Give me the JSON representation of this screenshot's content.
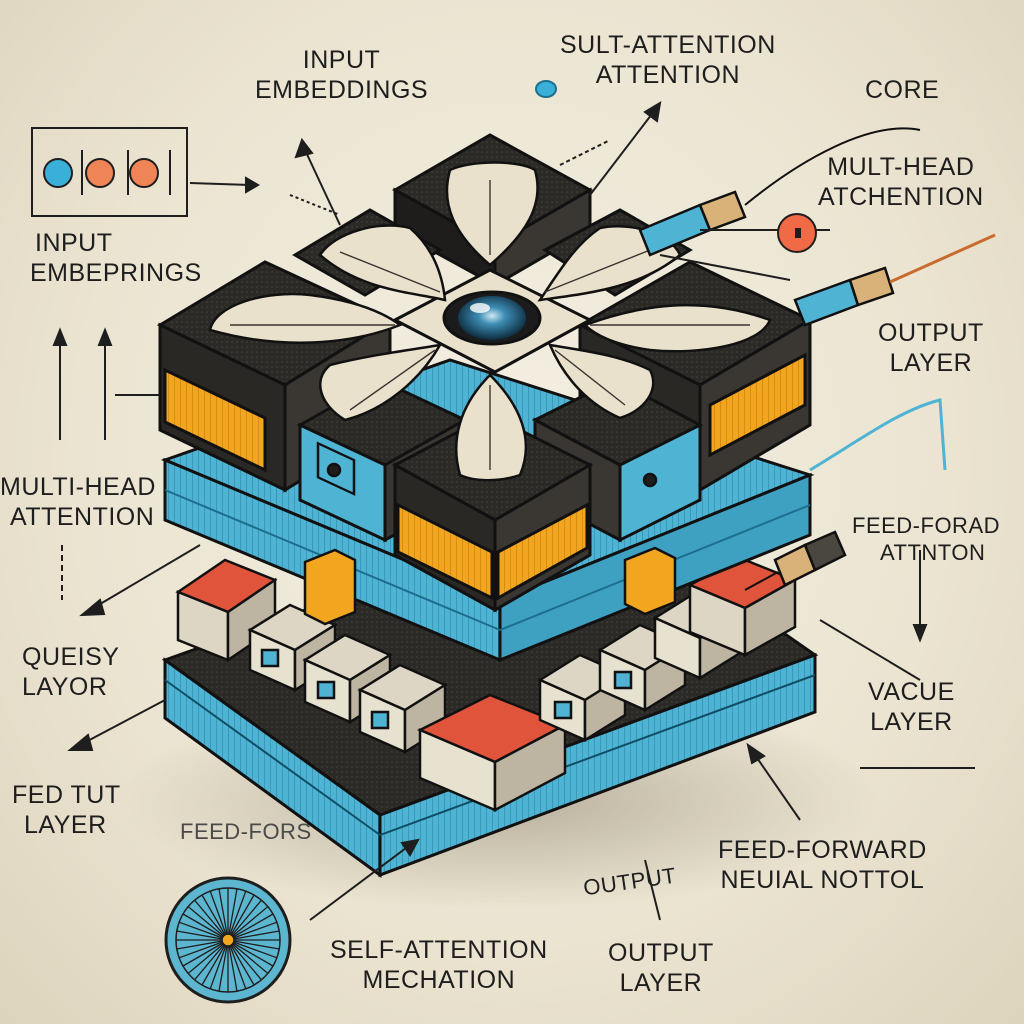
{
  "colors": {
    "paper": "#ece6d4",
    "ink": "#1e1e1e",
    "cube_dark": "#2c2a27",
    "blue": "#4fb3d4",
    "orange": "#f2a51f",
    "red": "#e0543c",
    "petal": "#e9e1cc"
  },
  "labels": {
    "input_embeddings_top": [
      "INPUT",
      "EMBEDDINGS"
    ],
    "sult_attention": [
      "SULT-ATTENTION",
      "ATTENTION"
    ],
    "core": "CORE",
    "mult_head": [
      "MULT-HEAD",
      "ATCHENTION"
    ],
    "input_embeprings": [
      "INPUT",
      "EMBEPRINGS"
    ],
    "output_layer_right": [
      "OUTPUT",
      "LAYER"
    ],
    "multi_head_attention": [
      "MULTI-HEAD",
      "ATTENTION"
    ],
    "feed_forad": [
      "FEED-FORAD",
      "ATTNTON"
    ],
    "queisy_layer": [
      "QUEISY",
      "LAYOR"
    ],
    "vacue_layer": [
      "VACUE",
      "LAYER"
    ],
    "fed_tut_layer": [
      "FED TUT",
      "LAYER"
    ],
    "feed_fors": "FEED-FORS",
    "feed_forward_neural": [
      "FEED-FORWARD",
      "NEUIAL NOTTOL"
    ],
    "output_small": "OUTPUT",
    "self_attention": [
      "SELF-ATTENTION",
      "MECHATION"
    ],
    "output_layer_bottom": [
      "OUTPUT",
      "LAYER"
    ]
  },
  "icons": {
    "embedding_box": "embedding-vector-icon",
    "spoked_wheel": "attention-wheel-icon",
    "eye": "central-eye-icon"
  }
}
